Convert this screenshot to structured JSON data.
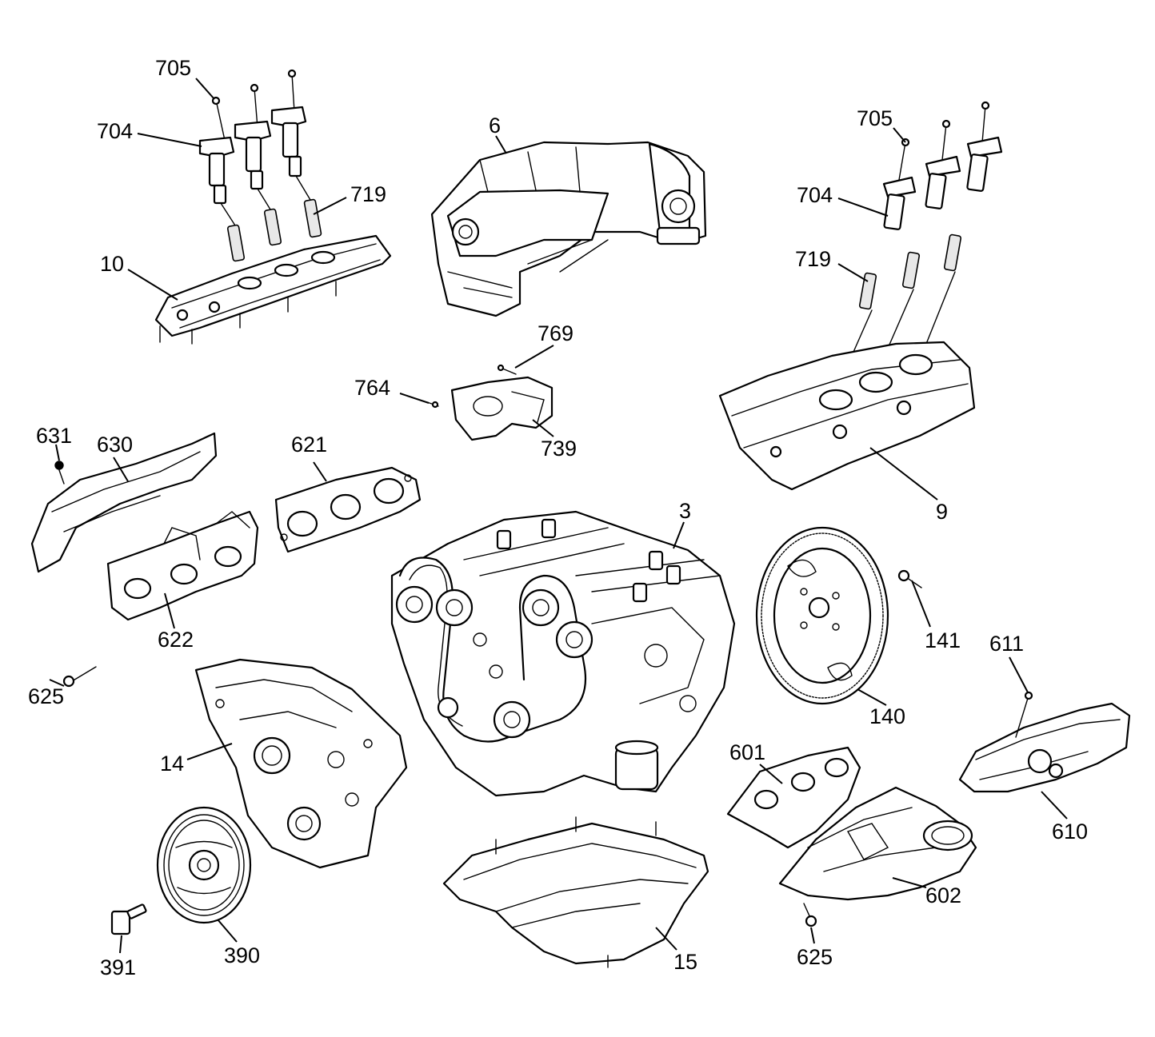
{
  "diagram": {
    "labels": {
      "p705a": "705",
      "p704a": "704",
      "p719a": "719",
      "p10": "10",
      "p6": "6",
      "p705b": "705",
      "p704b": "704",
      "p719b": "719",
      "p9": "9",
      "p769": "769",
      "p764": "764",
      "p739": "739",
      "p631": "631",
      "p630": "630",
      "p621": "621",
      "p622": "622",
      "p625a": "625",
      "p3": "3",
      "p141": "141",
      "p140": "140",
      "p611": "611",
      "p610": "610",
      "p601": "601",
      "p602": "602",
      "p625b": "625",
      "p14": "14",
      "p390": "390",
      "p391": "391",
      "p15": "15"
    }
  }
}
